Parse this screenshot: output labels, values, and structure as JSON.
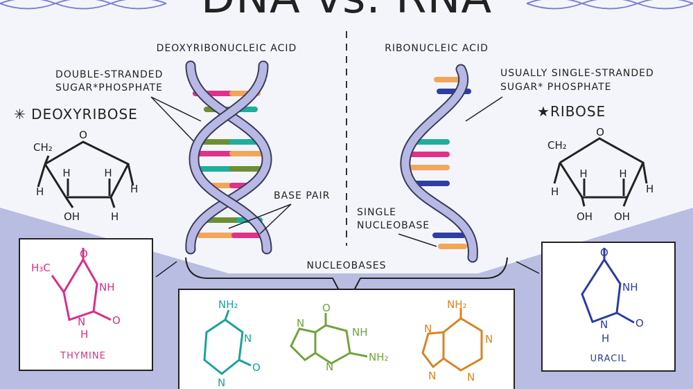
{
  "title": "DNA vs. RNA",
  "dna": {
    "heading": "DEOXYRIBONUCLEIC ACID",
    "strand_note_1": "DOUBLE-STRANDED",
    "strand_note_2": "SUGAR*PHOSPHATE",
    "sugar_name": "DEOXYRIBOSE",
    "base_pair_label": "BASE PAIR",
    "base_label": "THYMINE"
  },
  "rna": {
    "heading": "RIBONUCLEIC ACID",
    "strand_note_1": "USUALLY SINGLE-STRANDED",
    "strand_note_2": "SUGAR* PHOSPHATE",
    "sugar_name": "RIBOSE",
    "single_base_label_1": "SINGLE",
    "single_base_label_2": "NUCLEOBASE",
    "base_label": "URACIL"
  },
  "nucleobases_label": "NUCLEOBASES",
  "sugar_atoms": {
    "ring_o": "O",
    "ch2": "CH₂",
    "h": "H",
    "oh": "OH"
  },
  "base_atoms": {
    "h3c": "H₃C",
    "nh2": "NH₂",
    "nh": "NH",
    "n": "N",
    "o": "O",
    "h": "H"
  },
  "colors": {
    "pink": "#e0328a",
    "orange": "#f2a65a",
    "green": "#6c8f35",
    "teal": "#1fae9b",
    "blue": "#2f3ea5",
    "backbone": "#b7b9e4",
    "backdrop": "#b9bde2",
    "thymine": "#d92f86",
    "uracil": "#2c3aa2",
    "cytosine": "#1aa39a",
    "guanine": "#71a33b",
    "adenine": "#d98322"
  }
}
